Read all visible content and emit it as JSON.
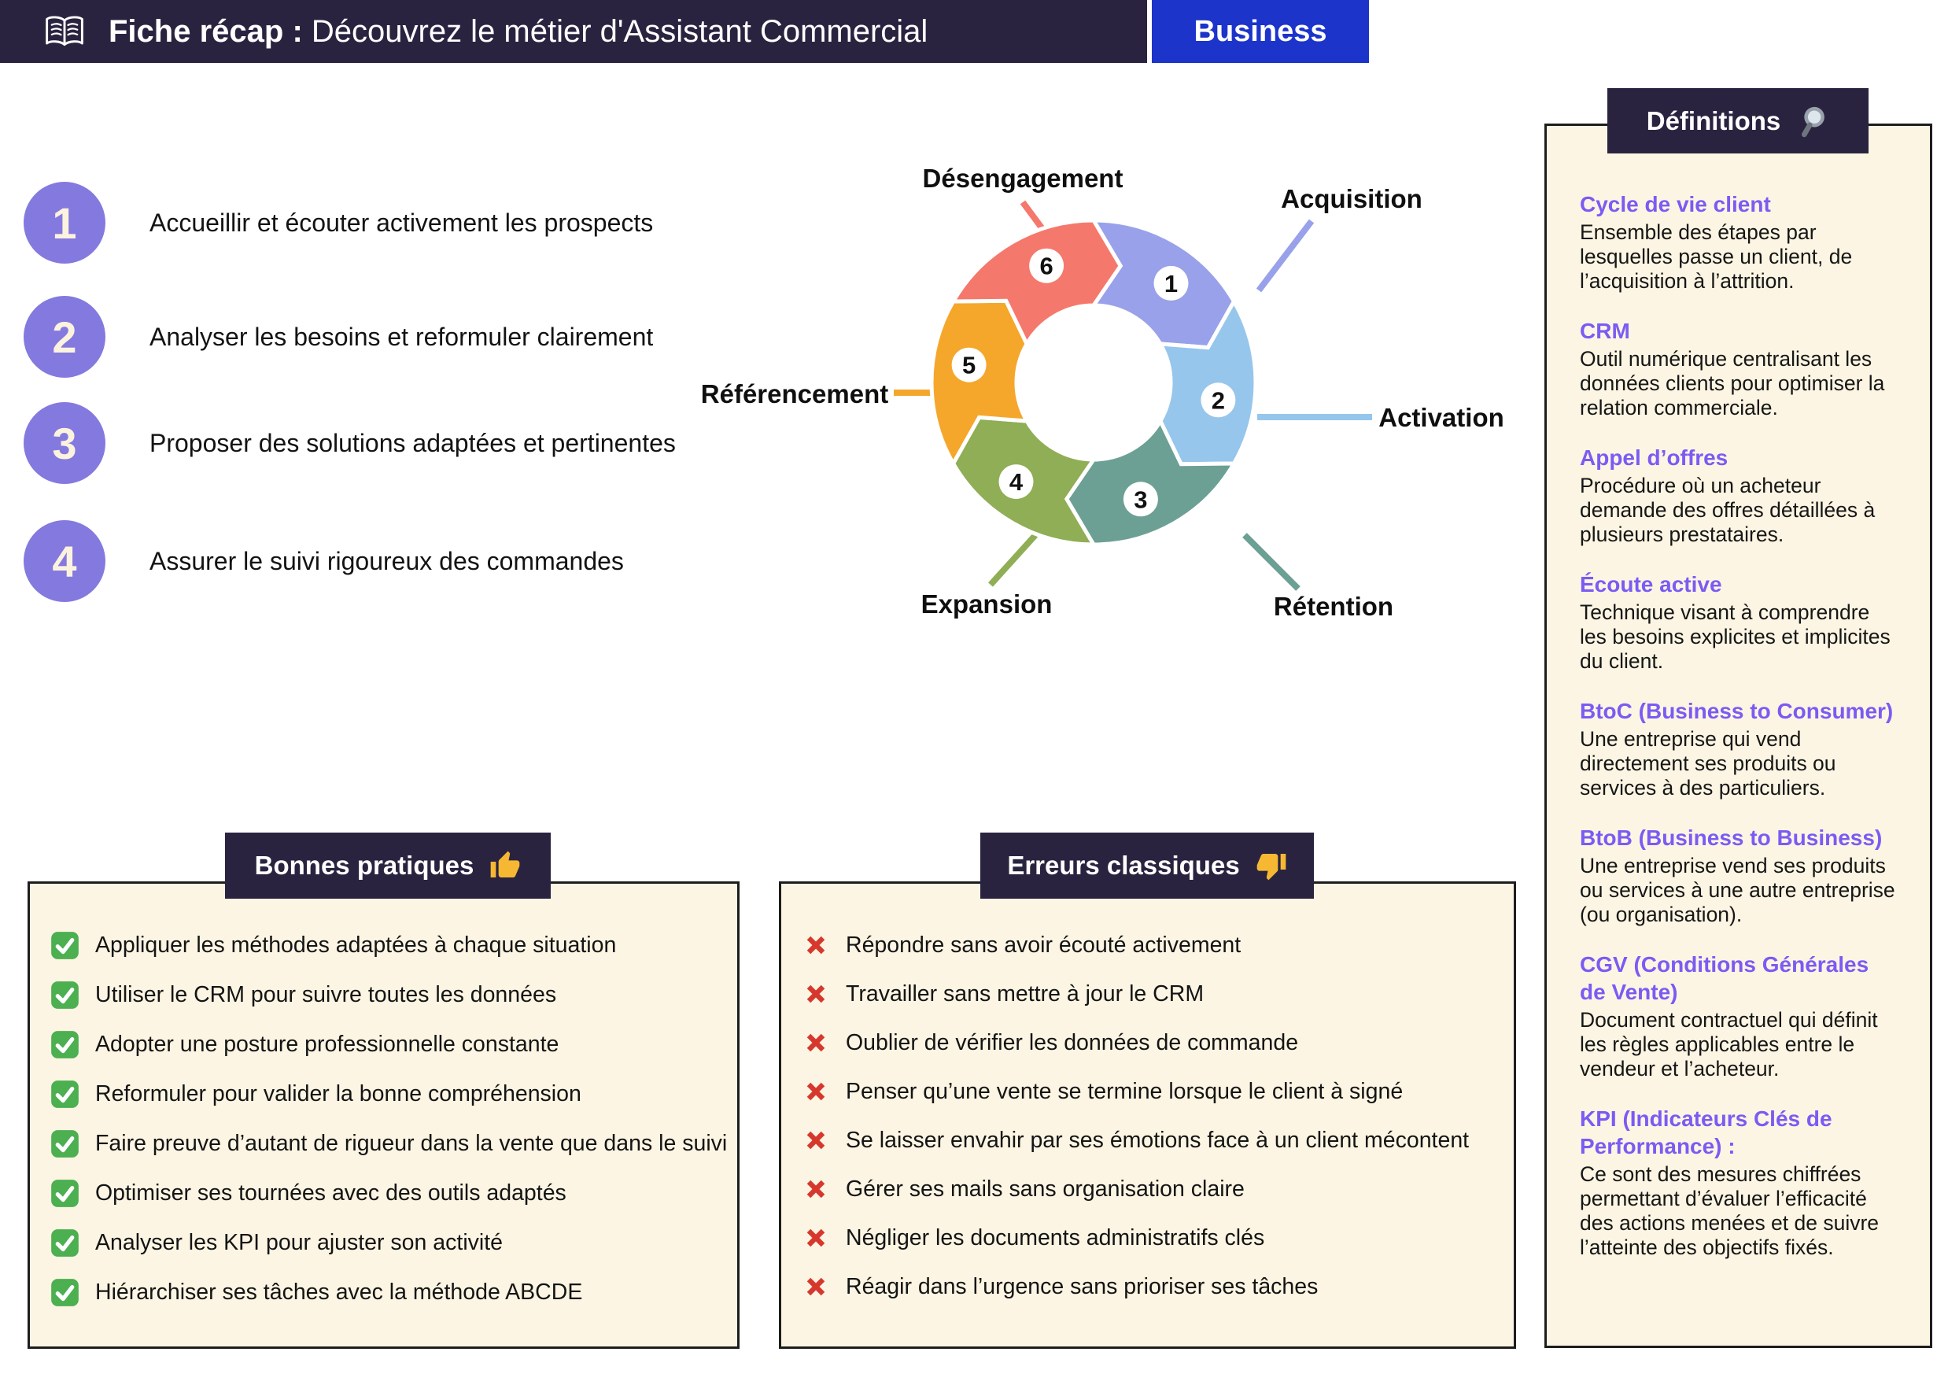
{
  "header": {
    "title_bold": "Fiche récap :",
    "title_rest": " Découvrez le métier d'Assistant Commercial",
    "badge": "Business"
  },
  "steps": [
    {
      "number": "1",
      "label": "Accueillir et écouter activement les prospects"
    },
    {
      "number": "2",
      "label": "Analyser les besoins et reformuler clairement"
    },
    {
      "number": "3",
      "label": "Proposer des solutions adaptées et pertinentes"
    },
    {
      "number": "4",
      "label": "Assurer le suivi rigoureux des commandes"
    }
  ],
  "cycle": {
    "name": "Cycle de vie client",
    "segments": [
      {
        "number": "1",
        "label": "Acquisition",
        "color": "#98A1E9"
      },
      {
        "number": "2",
        "label": "Activation",
        "color": "#96C6EC"
      },
      {
        "number": "3",
        "label": "Rétention",
        "color": "#6CA094"
      },
      {
        "number": "4",
        "label": "Expansion",
        "color": "#8FAE55"
      },
      {
        "number": "5",
        "label": "Référencement",
        "color": "#F5A72B"
      },
      {
        "number": "6",
        "label": "Désengagement",
        "color": "#F5786C"
      }
    ]
  },
  "definitions": {
    "title": "Définitions",
    "entries": [
      {
        "term": "Cycle de vie client",
        "definition": "Ensemble des étapes par lesquelles passe un client, de l’acquisition à l’attrition."
      },
      {
        "term": "CRM",
        "definition": "Outil numérique centralisant les données clients pour optimiser la relation commerciale."
      },
      {
        "term": "Appel d’offres",
        "definition": "Procédure où un acheteur demande des offres détaillées à plusieurs prestataires."
      },
      {
        "term": "Écoute active",
        "definition": "Technique visant à comprendre les besoins explicites et implicites du client."
      },
      {
        "term": "BtoC (Business to Consumer)",
        "definition": "Une entreprise qui vend directement ses produits ou services à des particuliers."
      },
      {
        "term": "BtoB (Business to Business)",
        "definition": "Une entreprise vend ses produits ou services à une autre entreprise (ou organisation)."
      },
      {
        "term": "CGV (Conditions Générales de Vente)",
        "definition": "Document contractuel qui définit les règles applicables entre le vendeur et l’acheteur."
      },
      {
        "term": "KPI (Indicateurs Clés de Performance) :",
        "definition": "Ce sont des mesures chiffrées permettant d’évaluer l’efficacité des actions menées et de suivre l’atteinte des objectifs fixés."
      }
    ]
  },
  "good_practices": {
    "title": "Bonnes pratiques",
    "items": [
      "Appliquer les méthodes adaptées à chaque situation",
      "Utiliser le CRM pour suivre toutes les données",
      "Adopter une posture professionnelle constante",
      "Reformuler pour valider la bonne compréhension",
      "Faire preuve d’autant de rigueur dans la vente que dans le suivi",
      "Optimiser ses tournées avec des outils adaptés",
      "Analyser les KPI pour ajuster son activité",
      "Hiérarchiser ses tâches avec la méthode ABCDE"
    ]
  },
  "mistakes": {
    "title": "Erreurs classiques",
    "items": [
      "Répondre sans avoir écouté activement",
      "Travailler sans mettre à jour le CRM",
      "Oublier de vérifier les données de commande",
      "Penser qu’une vente se termine lorsque le client à signé",
      "Se laisser envahir par ses émotions face à un client mécontent",
      "Gérer ses mails sans organisation claire",
      "Négliger les documents administratifs clés",
      "Réagir dans l’urgence sans prioriser ses tâches"
    ]
  },
  "colors": {
    "header_bg": "#2A2340",
    "business_blue": "#1C34CA",
    "step_circle_purple": "#8479DF",
    "panel_cream": "#FCF5E3",
    "term_purple": "#7A5BF3",
    "check_green": "#4CAF50",
    "cross_red": "#D6382E",
    "thumb_yellow": "#F6B833"
  }
}
